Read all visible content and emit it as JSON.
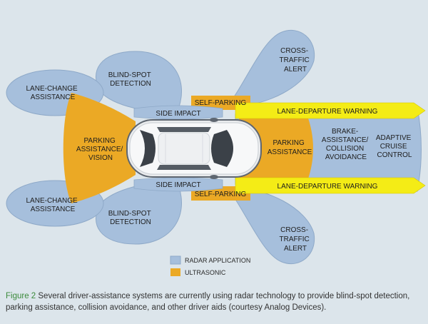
{
  "colors": {
    "background": "#dce5eb",
    "radar": "#a6bfdc",
    "radar_stroke": "#8ea9c8",
    "ultrasonic": "#eba925",
    "lane_departure": "#f4ec16",
    "figure_label": "#3b8a3b"
  },
  "zones": {
    "lane_change_top": [
      "LANE-CHANGE",
      "ASSISTANCE"
    ],
    "blind_spot_top": [
      "BLIND-SPOT",
      "DETECTION"
    ],
    "cross_traffic_top": [
      "CROSS-",
      "TRAFFIC",
      "ALERT"
    ],
    "self_parking_top": "SELF-PARKING",
    "lane_departure_top": "LANE-DEPARTURE WARNING",
    "side_impact_top": "SIDE IMPACT",
    "parking_rear": [
      "PARKING",
      "ASSISTANCE/",
      "VISION"
    ],
    "parking_front": [
      "PARKING",
      "ASSISTANCE"
    ],
    "brake_assistance": [
      "BRAKE-",
      "ASSISTANCE/",
      "COLLISION",
      "AVOIDANCE"
    ],
    "adaptive_cruise": [
      "ADAPTIVE",
      "CRUISE",
      "CONTROL"
    ],
    "side_impact_bottom": "SIDE IMPACT",
    "self_parking_bottom": "SELF-PARKING",
    "lane_departure_bottom": "LANE-DEPARTURE WARNING",
    "lane_change_bottom": [
      "LANE-CHANGE",
      "ASSISTANCE"
    ],
    "blind_spot_bottom": [
      "BLIND-SPOT",
      "DETECTION"
    ],
    "cross_traffic_bottom": [
      "CROSS-",
      "TRAFFIC",
      "ALERT"
    ]
  },
  "legend": {
    "radar": "RADAR APPLICATION",
    "ultrasonic": "ULTRASONIC"
  },
  "caption": {
    "figure_label": "Figure 2",
    "text": " Several driver-assistance systems are currently using radar technology to provide blind-spot detection, parking assistance, collision avoidance, and other driver aids (courtesy Analog Devices)."
  }
}
